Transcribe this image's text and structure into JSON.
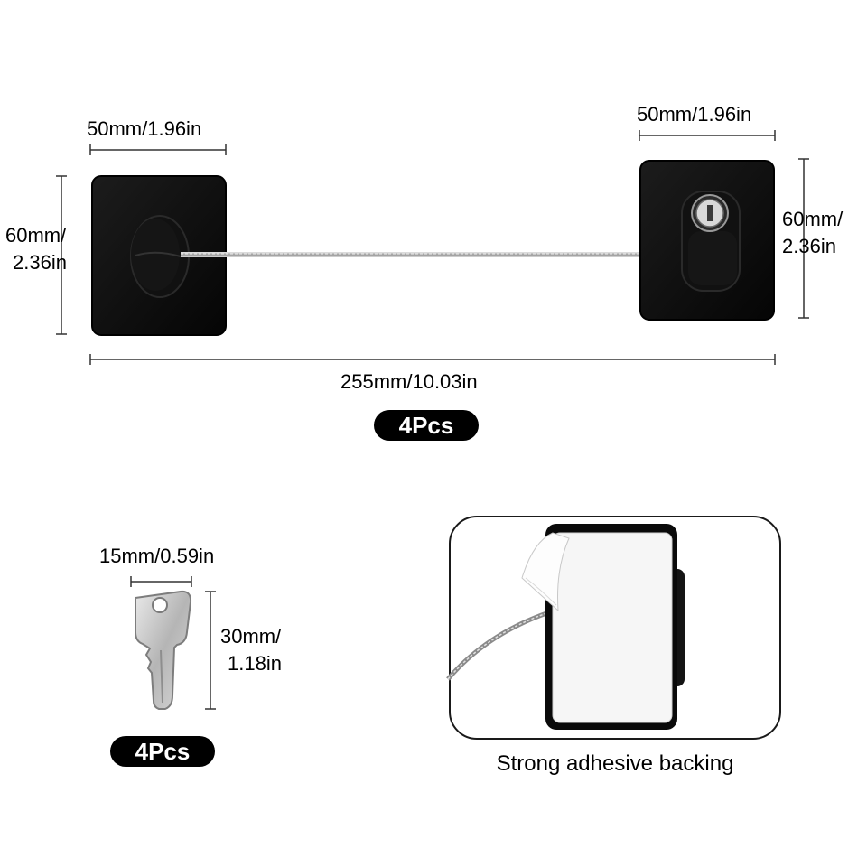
{
  "lock": {
    "left_width_label": "50mm/1.96in",
    "right_width_label": "50mm/1.96in",
    "left_height_label_line1": "60mm/",
    "left_height_label_line2": "2.36in",
    "right_height_label_line1": "60mm/",
    "right_height_label_line2": "2.36in",
    "length_label": "255mm/10.03in",
    "quantity_badge": "4Pcs"
  },
  "key": {
    "width_label": "15mm/0.59in",
    "height_label_line1": "30mm/",
    "height_label_line2": "1.18in",
    "quantity_badge": "4Pcs"
  },
  "adhesive": {
    "caption": "Strong adhesive backing"
  },
  "colors": {
    "plate": "#0a0a0a",
    "cable": "#b8b8b8",
    "backing": "#f4f4f4",
    "badge": "#000000"
  }
}
